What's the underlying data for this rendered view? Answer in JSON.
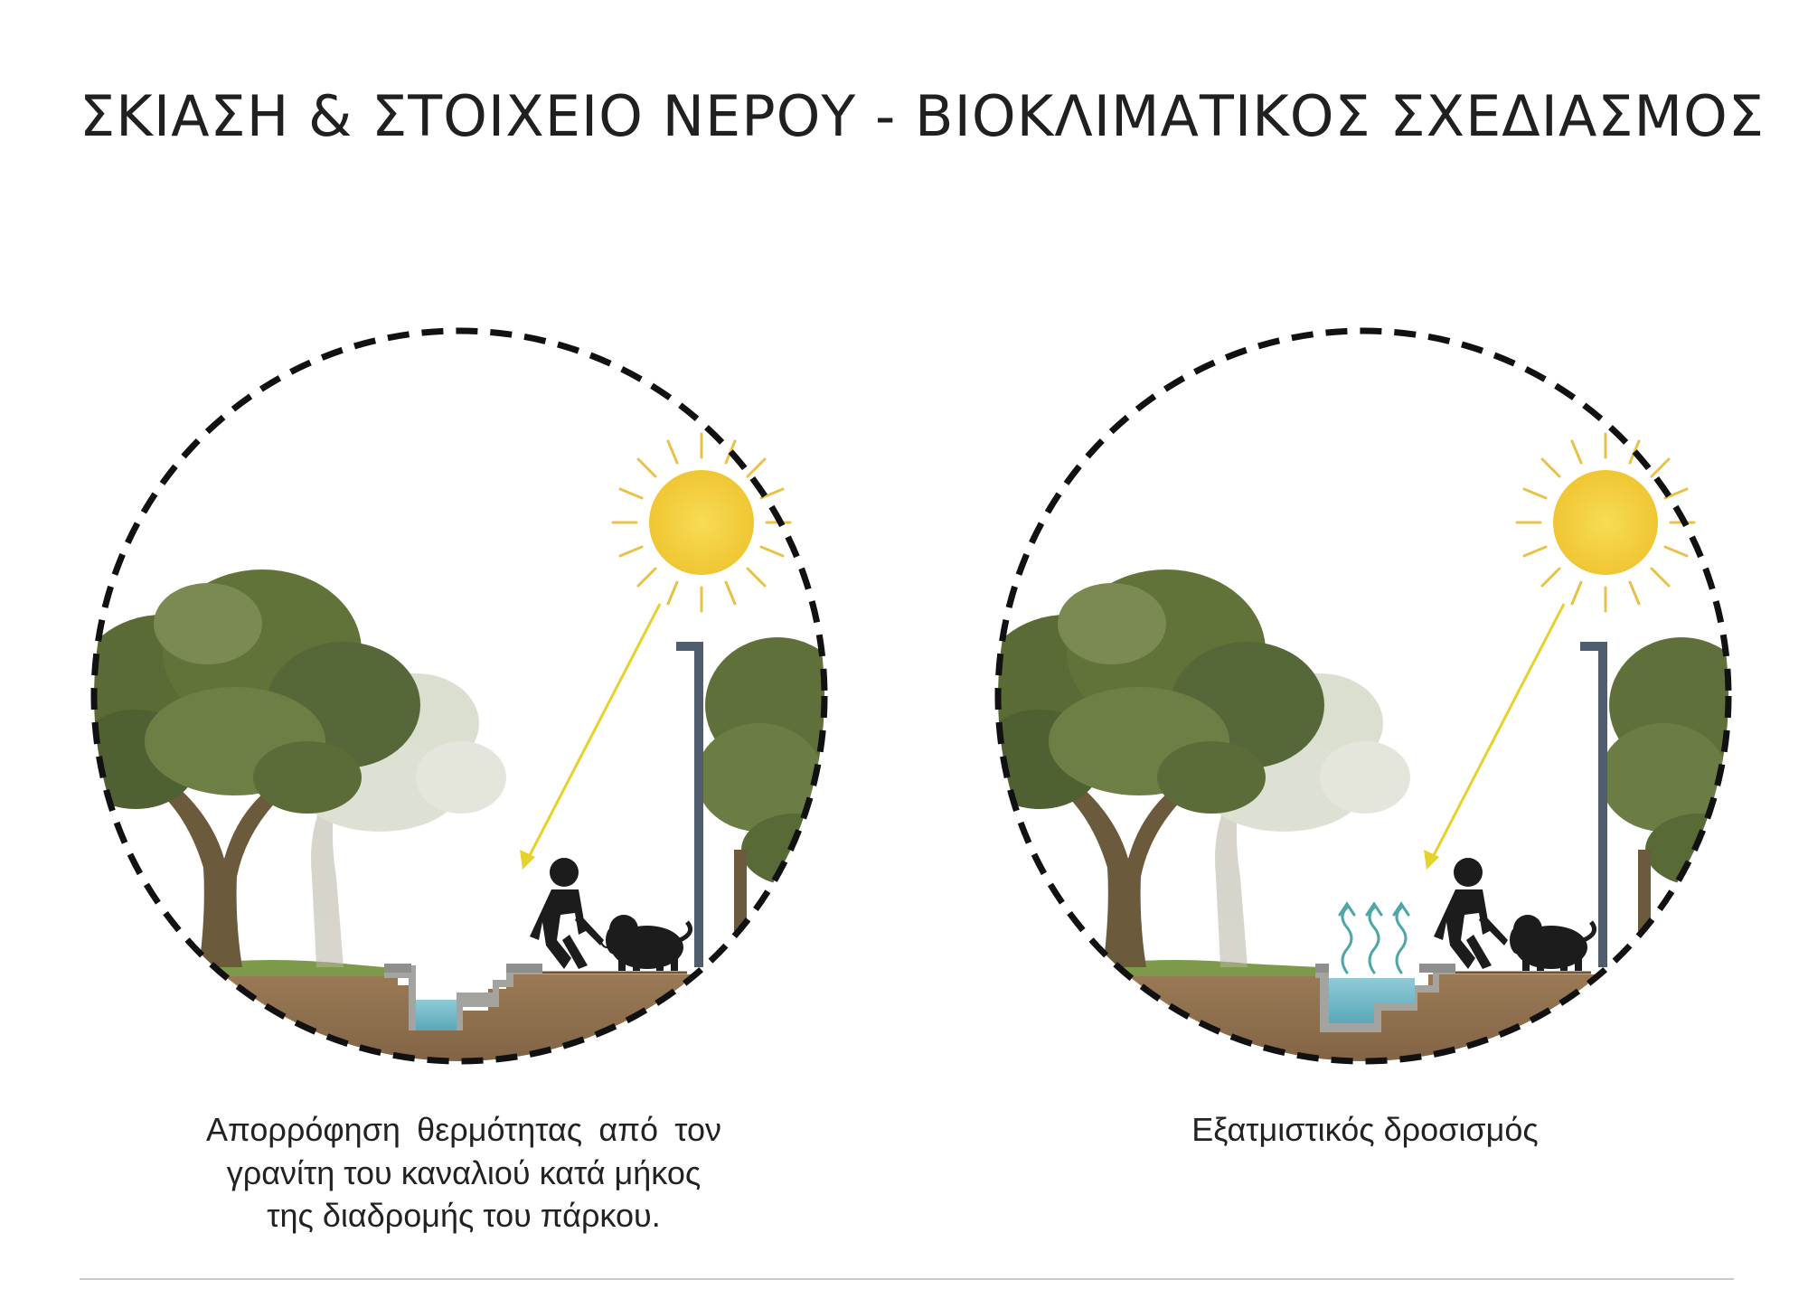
{
  "page": {
    "title": "ΣΚΙΑΣΗ & ΣΤΟΙΧΕΙΟ ΝΕΡΟΥ - ΒΙΟΚΛΙΜΑΤΙΚΟΣ ΣΧΕΔΙΑΣΜΟΣ"
  },
  "panels": [
    {
      "caption_lines": [
        "Απορρόφηση θερμότητας από τον",
        "γρανίτη του καναλιού κατά μήκος",
        "της διαδρομής του πάρκου."
      ],
      "water": "narrow-channel",
      "steam": false
    },
    {
      "caption_lines": [
        "Εξατμιστικός δροσισμός"
      ],
      "water": "wide-channel",
      "steam": true
    }
  ],
  "colors": {
    "sun": "#f3cf3c",
    "sun_ray": "#e9c24a",
    "arrow": "#e6d22a",
    "dashed_circle": "#111111",
    "soil": "#8b6b4a",
    "stone": "#9a9a9a",
    "water": "#6fb6c6",
    "steam": "#4ea6a7",
    "tree_foliage": "#5d6d3a",
    "tree_trunk": "#6b5a3c",
    "lamp_post": "#4f5d6e",
    "silhouette": "#1c1c1c"
  },
  "icons": [
    "sun-icon",
    "arrow-icon",
    "olive-tree-icon",
    "lamp-post-icon",
    "child-silhouette-icon",
    "dog-silhouette-icon",
    "steam-icon"
  ]
}
